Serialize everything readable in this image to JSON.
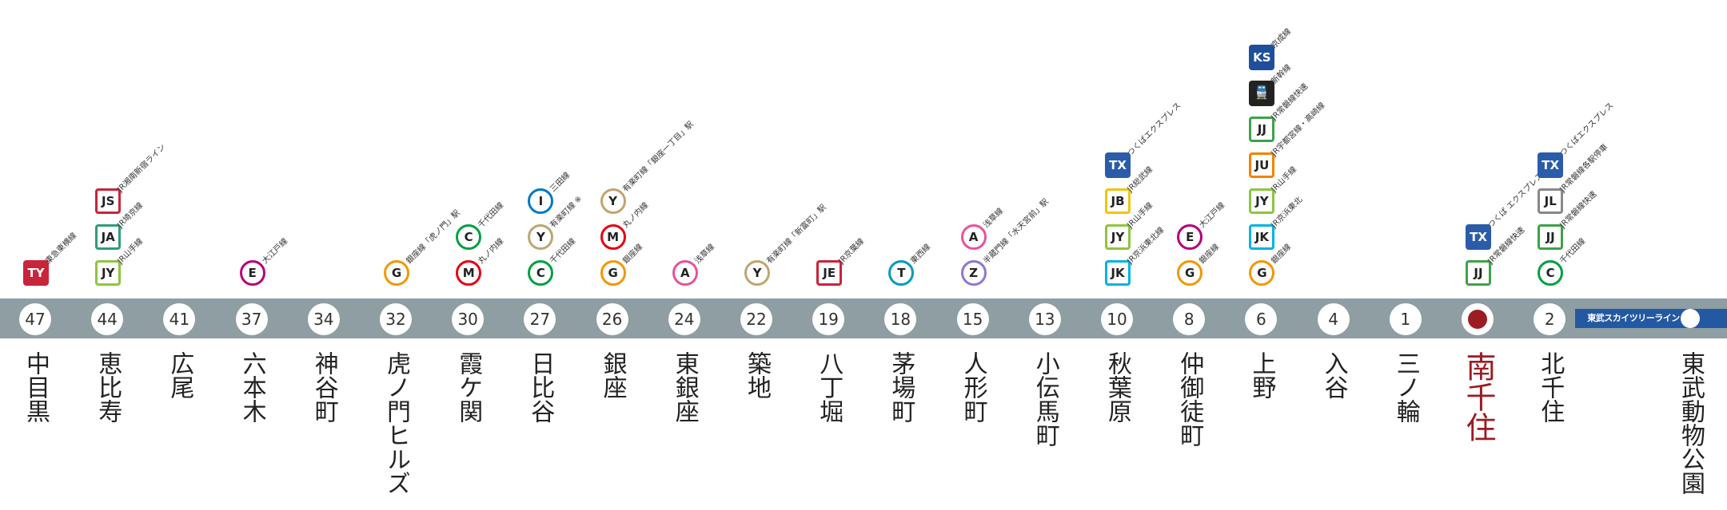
{
  "colors": {
    "rail": "#8e9ea3",
    "tobu_line": "#2358a3",
    "highlight": "#9b1c23"
  },
  "extension": {
    "label": "東武スカイツリーライン",
    "terminal": "東武動物公園"
  },
  "stations": [
    {
      "num": "47",
      "name": "中目黒",
      "transfers": [
        {
          "code": "TY",
          "label": "東急東横線",
          "color": "#c8243a",
          "style": "sqfill"
        }
      ]
    },
    {
      "num": "44",
      "name": "恵比寿",
      "transfers": [
        {
          "code": "JY",
          "label": "JR山手線",
          "color": "#8cc63f",
          "style": "square"
        },
        {
          "code": "JA",
          "label": "JR埼京線",
          "color": "#2e9c7d",
          "style": "square"
        },
        {
          "code": "JS",
          "label": "JR湘南新宿ライン",
          "color": "#c8243a",
          "style": "square"
        }
      ]
    },
    {
      "num": "41",
      "name": "広尾",
      "transfers": []
    },
    {
      "num": "37",
      "name": "六本木",
      "transfers": [
        {
          "code": "E",
          "label": "大江戸線",
          "color": "#b6007a",
          "style": "circle"
        }
      ]
    },
    {
      "num": "34",
      "name": "神谷町",
      "transfers": []
    },
    {
      "num": "32",
      "name": "虎ノ門ヒルズ",
      "transfers": [
        {
          "code": "G",
          "label": "銀座線「虎ノ門」駅",
          "color": "#f39700",
          "style": "circle"
        }
      ]
    },
    {
      "num": "30",
      "name": "霞ケ関",
      "transfers": [
        {
          "code": "M",
          "label": "丸ノ内線",
          "color": "#e60012",
          "style": "circle"
        },
        {
          "code": "C",
          "label": "千代田線",
          "color": "#00a040",
          "style": "circle"
        }
      ]
    },
    {
      "num": "27",
      "name": "日比谷",
      "transfers": [
        {
          "code": "C",
          "label": "千代田線",
          "color": "#00a040",
          "style": "circle"
        },
        {
          "code": "Y",
          "label": "有楽町線 ※",
          "color": "#c1a470",
          "style": "circle"
        },
        {
          "code": "I",
          "label": "三田線",
          "color": "#0079c2",
          "style": "circle"
        }
      ]
    },
    {
      "num": "26",
      "name": "銀座",
      "transfers": [
        {
          "code": "G",
          "label": "銀座線",
          "color": "#f39700",
          "style": "circle"
        },
        {
          "code": "M",
          "label": "丸ノ内線",
          "color": "#e60012",
          "style": "circle"
        },
        {
          "code": "Y",
          "label": "有楽町線「銀座一丁目」駅",
          "color": "#c1a470",
          "style": "circle"
        }
      ]
    },
    {
      "num": "24",
      "name": "東銀座",
      "transfers": [
        {
          "code": "A",
          "label": "浅草線",
          "color": "#e85298",
          "style": "circle"
        }
      ]
    },
    {
      "num": "22",
      "name": "築地",
      "transfers": [
        {
          "code": "Y",
          "label": "有楽町線「新富町」駅",
          "color": "#c1a470",
          "style": "circle"
        }
      ]
    },
    {
      "num": "19",
      "name": "八丁堀",
      "transfers": [
        {
          "code": "JE",
          "label": "JR京葉線",
          "color": "#c8243a",
          "style": "square"
        }
      ]
    },
    {
      "num": "18",
      "name": "茅場町",
      "transfers": [
        {
          "code": "T",
          "label": "東西線",
          "color": "#009bbf",
          "style": "circle"
        }
      ]
    },
    {
      "num": "15",
      "name": "人形町",
      "transfers": [
        {
          "code": "Z",
          "label": "半蔵門線「水天宮前」駅",
          "color": "#8f76d6",
          "style": "circle"
        },
        {
          "code": "A",
          "label": "浅草線",
          "color": "#e85298",
          "style": "circle"
        }
      ]
    },
    {
      "num": "13",
      "name": "小伝馬町",
      "transfers": []
    },
    {
      "num": "10",
      "name": "秋葉原",
      "transfers": [
        {
          "code": "JK",
          "label": "JR京浜東北線",
          "color": "#00b2e5",
          "style": "square"
        },
        {
          "code": "JY",
          "label": "JR山手線",
          "color": "#8cc63f",
          "style": "square"
        },
        {
          "code": "JB",
          "label": "JR総武線",
          "color": "#f1c40f",
          "style": "square"
        },
        {
          "code": "TX",
          "label": "つくばエクスプレス",
          "color": "#2a5caa",
          "style": "sqfill"
        }
      ]
    },
    {
      "num": "8",
      "name": "仲御徒町",
      "transfers": [
        {
          "code": "G",
          "label": "銀座線",
          "color": "#f39700",
          "style": "circle"
        },
        {
          "code": "E",
          "label": "大江戸線",
          "color": "#b6007a",
          "style": "circle"
        }
      ]
    },
    {
      "num": "6",
      "name": "上野",
      "transfers": [
        {
          "code": "G",
          "label": "銀座線",
          "color": "#f39700",
          "style": "circle"
        },
        {
          "code": "JK",
          "label": "JR京浜東北",
          "color": "#00b2e5",
          "style": "square"
        },
        {
          "code": "JY",
          "label": "JR山手線",
          "color": "#8cc63f",
          "style": "square"
        },
        {
          "code": "JU",
          "label": "JR宇都宮線・高崎線",
          "color": "#f08300",
          "style": "square"
        },
        {
          "code": "JJ",
          "label": "JR常磐線快速",
          "color": "#3da34a",
          "style": "square"
        },
        {
          "code": "",
          "label": "新幹線",
          "color": "#222222",
          "style": "shink"
        },
        {
          "code": "KS",
          "label": "京成線",
          "color": "#1d4f9c",
          "style": "sqfill"
        }
      ]
    },
    {
      "num": "4",
      "name": "入谷",
      "transfers": []
    },
    {
      "num": "1",
      "name": "三ノ輪",
      "transfers": []
    },
    {
      "num": "",
      "name": "南千住",
      "highlight": true,
      "transfers": [
        {
          "code": "JJ",
          "label": "JR常磐線快速",
          "color": "#3da34a",
          "style": "square"
        },
        {
          "code": "TX",
          "label": "つくば エクスプレス",
          "color": "#2a5caa",
          "style": "sqfill"
        }
      ]
    },
    {
      "num": "2",
      "name": "北千住",
      "transfers": [
        {
          "code": "C",
          "label": "千代田線",
          "color": "#00a040",
          "style": "circle"
        },
        {
          "code": "JJ",
          "label": "JR常磐線快速",
          "color": "#3da34a",
          "style": "square"
        },
        {
          "code": "JL",
          "label": "JR常磐線各駅停車",
          "color": "#888888",
          "style": "square"
        },
        {
          "code": "TX",
          "label": "つくばエクスプレス",
          "color": "#2a5caa",
          "style": "sqfill"
        }
      ]
    }
  ]
}
